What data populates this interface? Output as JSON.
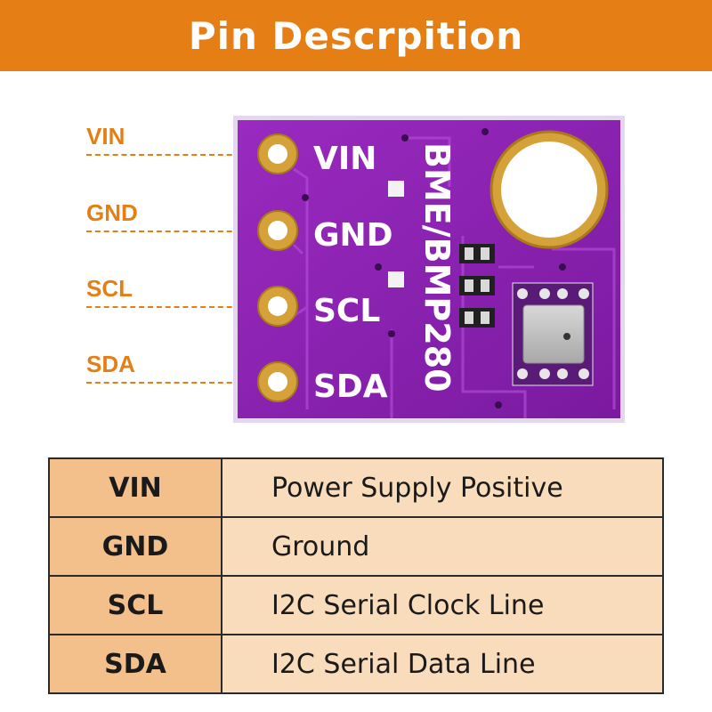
{
  "banner": {
    "title": "Pin Descrpition"
  },
  "board": {
    "chip_label": "BME/BMP280"
  },
  "pins": [
    {
      "name": "VIN",
      "description": "Power Supply Positive"
    },
    {
      "name": "GND",
      "description": "Ground"
    },
    {
      "name": "SCL",
      "description": "I2C Serial Clock Line"
    },
    {
      "name": "SDA",
      "description": "I2C Serial Data Line"
    }
  ],
  "colors": {
    "accent": "#e57f15",
    "board": "#8a1fb0",
    "name_cell": "#f3c08c",
    "desc_cell": "#f9dcbc",
    "gold": "#d4a238"
  }
}
